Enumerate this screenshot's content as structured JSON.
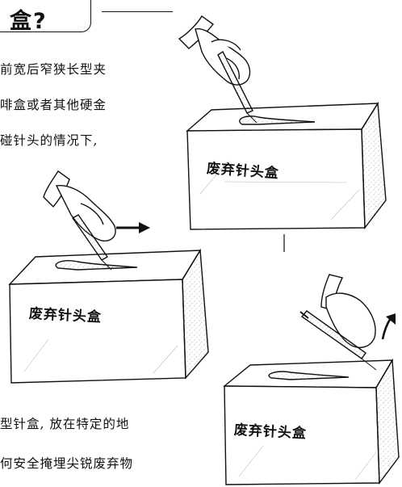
{
  "heading": "盒?",
  "paragraph_top": [
    "前宽后窄狭长型夹",
    "啡盒或者其他硬金",
    "碰针头的情况下,"
  ],
  "paragraph_bottom": [
    "型针盒, 放在特定的地",
    "何安全掩埋尖锐废弃物"
  ],
  "box_labels": {
    "box1": "废弃针头盒",
    "box2": "废弃针头盒",
    "box3": "废弃针头盒"
  },
  "arrows": {
    "right": "arrow-right-icon",
    "up": "arrow-up-icon"
  }
}
